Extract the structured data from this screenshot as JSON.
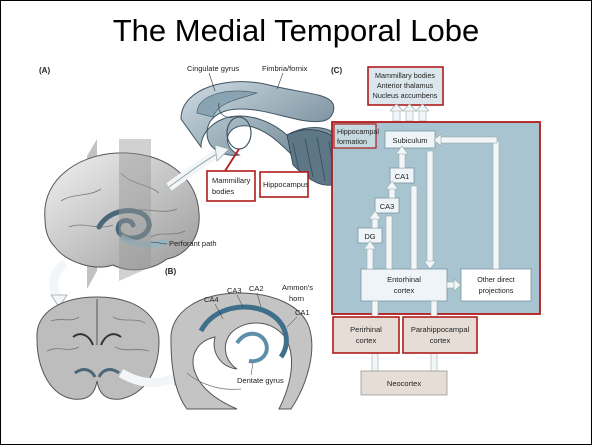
{
  "slide": {
    "title": "The Medial Temporal Lobe"
  },
  "panel_a": {
    "letter": "(A)",
    "labels": {
      "cingulate": "Cingulate gyrus",
      "fimbria": "Fimbria/fornix",
      "mammillary_line1": "Mammillary",
      "mammillary_line2": "bodies",
      "hippocampus": "Hippocampus",
      "perforant": "Perforant path"
    }
  },
  "panel_b": {
    "letter": "(B)",
    "labels": {
      "ca4": "CA4",
      "ca3": "CA3",
      "ca2": "CA2",
      "ammons_line1": "Ammon's",
      "ammons_line2": "horn",
      "ca1": "CA1",
      "dentate": "Dentate gyrus"
    }
  },
  "panel_c": {
    "letter": "(C)",
    "top_box": [
      "Mammillary bodies",
      "Anterior thalamus",
      "Nucleus accumbens"
    ],
    "hippocampal_formation": [
      "Hippocampal",
      "formation"
    ],
    "subiculum": "Subiculum",
    "ca1": "CA1",
    "ca3": "CA3",
    "dg": "DG",
    "entorhinal": [
      "Entorhinal",
      "cortex"
    ],
    "other": [
      "Other direct",
      "projections"
    ],
    "perirhinal": [
      "Perirhinal",
      "cortex"
    ],
    "parahippocampal": [
      "Parahippocampal",
      "cortex"
    ],
    "neocortex": "Neocortex"
  },
  "colors": {
    "highlight_border": "#b01c1c",
    "panel_c_background": "#a8c4d0",
    "box_fill": "#eef4f7",
    "neocortex_fill": "#e6ddd7"
  }
}
